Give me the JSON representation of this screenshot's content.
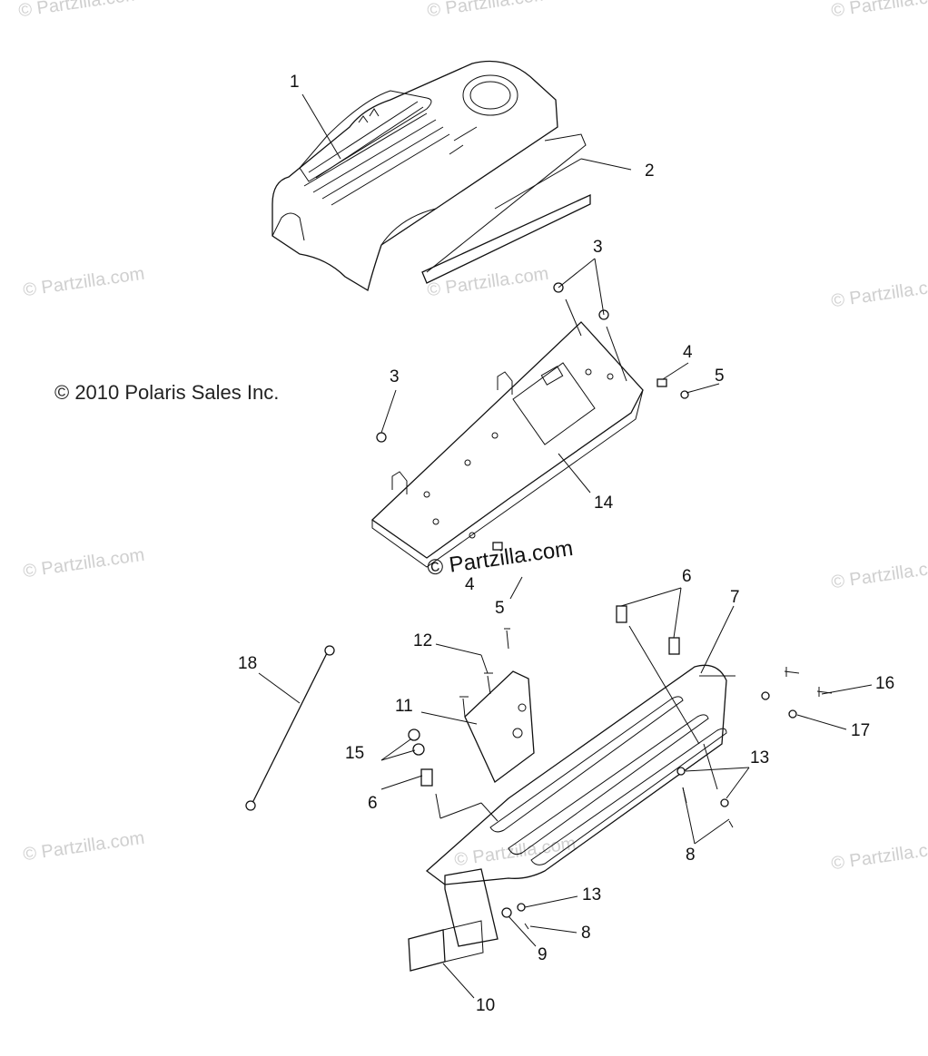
{
  "copyright": "© 2010 Polaris Sales Inc.",
  "center_watermark": "© Partzilla.com",
  "watermarks": [
    "© Partzilla.com",
    "© Partzilla.com",
    "© Partzilla.com",
    "© Partzilla.com",
    "© Partzilla.com",
    "© Partzilla.com",
    "© Partzilla.com",
    "© Partzilla.com",
    "© Partzilla.com",
    "© Partzilla.com",
    "© Partzilla.com",
    "© Partzilla.com"
  ],
  "callouts": {
    "c1": "1",
    "c2": "2",
    "c3a": "3",
    "c3b": "3",
    "c4a": "4",
    "c4b": "4",
    "c5a": "5",
    "c5b": "5",
    "c6a": "6",
    "c6b": "6",
    "c7": "7",
    "c8a": "8",
    "c8b": "8",
    "c9": "9",
    "c10": "10",
    "c11": "11",
    "c12": "12",
    "c13a": "13",
    "c13b": "13",
    "c14": "14",
    "c15": "15",
    "c16": "16",
    "c17": "17",
    "c18": "18"
  }
}
